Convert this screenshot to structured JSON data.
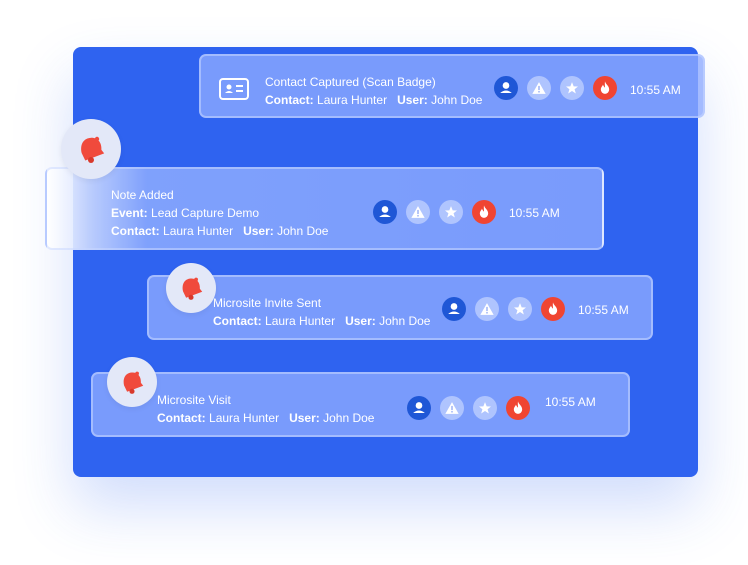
{
  "labels": {
    "contact": "Contact:",
    "user": "User:",
    "event": "Event:"
  },
  "colors": {
    "panel": "#2f63f0",
    "user_icon": "#1f57d6",
    "fire_icon": "#f04532"
  },
  "icons": [
    "user-icon",
    "warning-icon",
    "star-icon",
    "fire-icon"
  ],
  "activities": [
    {
      "title": "Contact Captured (Scan Badge)",
      "contact": "Laura Hunter",
      "user": "John Doe",
      "time": "10:55 AM",
      "icon": "id-card-icon"
    },
    {
      "title": "Note Added",
      "event": "Lead Capture Demo",
      "contact": "Laura Hunter",
      "user": "John Doe",
      "time": "10:55 AM",
      "icon": "bell-icon"
    },
    {
      "title": "Microsite Invite Sent",
      "contact": "Laura Hunter",
      "user": "John Doe",
      "time": "10:55 AM",
      "icon": "bell-icon"
    },
    {
      "title": "Microsite Visit",
      "contact": "Laura Hunter",
      "user": "John Doe",
      "time": "10:55 AM",
      "icon": "bell-icon"
    }
  ]
}
